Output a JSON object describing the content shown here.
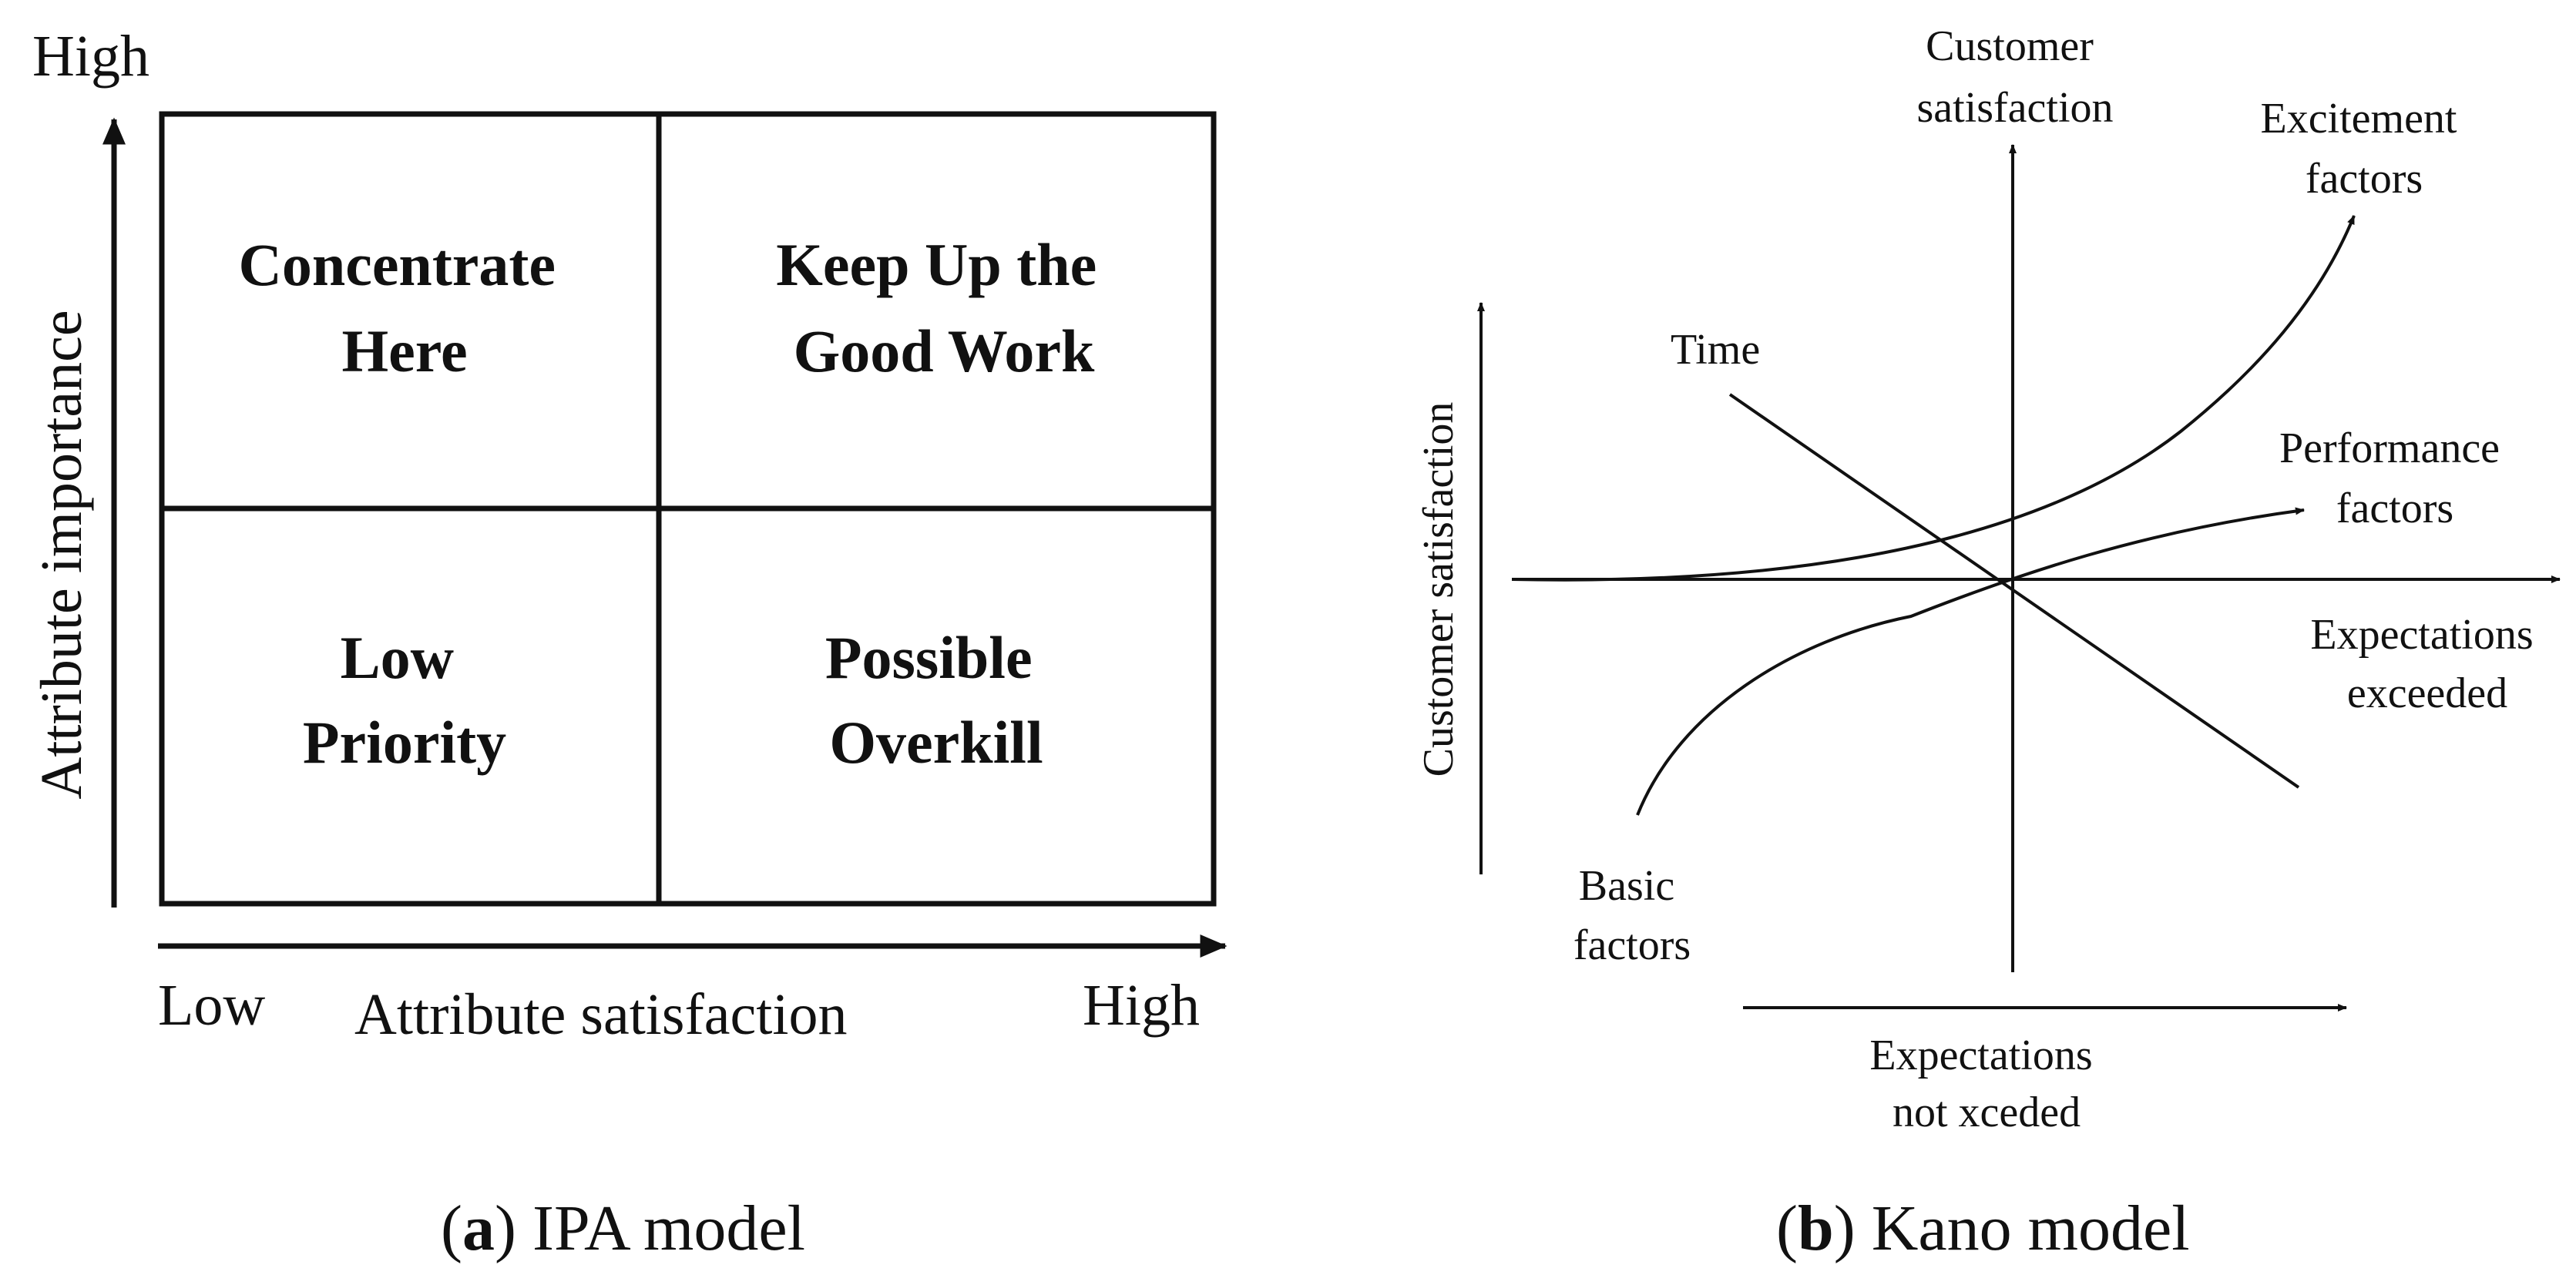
{
  "ipa": {
    "y_high": "High",
    "y_label": "Attribute importance",
    "x_low": "Low",
    "x_label": "Attribute satisfaction",
    "x_high": "High",
    "quadrants": {
      "top_left": [
        "Concentrate",
        "Here"
      ],
      "top_right": [
        "Keep Up the",
        "Good Work"
      ],
      "bottom_left": [
        "Low",
        "Priority"
      ],
      "bottom_right": [
        "Possible",
        "Overkill"
      ]
    },
    "caption_letter": "a",
    "caption_text": " IPA model"
  },
  "kano": {
    "top_axis_label": [
      "Customer",
      "satisfaction"
    ],
    "left_axis_label": "Customer  satisfaction",
    "time_label": "Time",
    "excitement_label": [
      "Excitement",
      "factors"
    ],
    "performance_label": [
      "Performance",
      "factors"
    ],
    "right_axis_label": [
      "Expectations",
      "exceeded"
    ],
    "basic_label": [
      "Basic",
      "factors"
    ],
    "bottom_axis_label": [
      "Expectations",
      "not xceded"
    ],
    "caption_letter": "b",
    "caption_text": " Kano model"
  }
}
